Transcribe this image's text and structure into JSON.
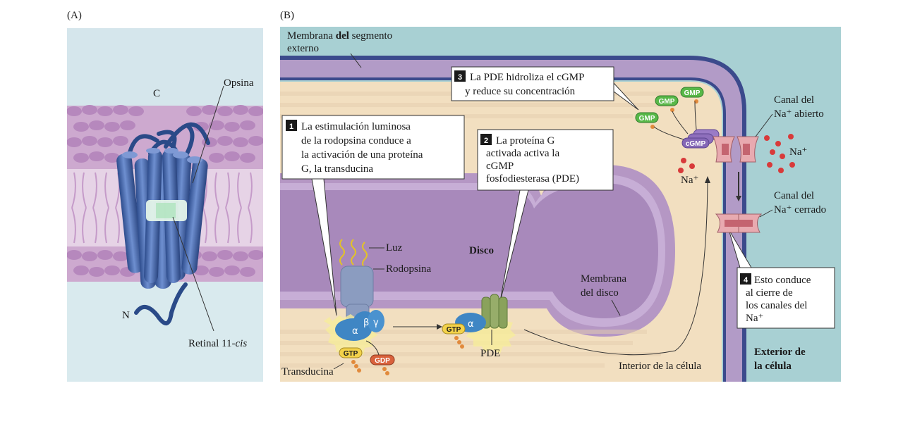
{
  "panel_a": {
    "tag": "(A)",
    "label_c": "C",
    "label_n": "N",
    "label_opsina": "Opsina",
    "label_retinal_main": "Retinal 11-",
    "label_retinal_italic": "cis"
  },
  "panel_b": {
    "tag": "(B)",
    "membrane_label_line1_a": "Membrana ",
    "membrane_label_line1_b": "del",
    "membrane_label_line1_c": " segmento",
    "membrane_label_line2": "externo",
    "step1": {
      "number": "1",
      "lines": [
        "La estimulación luminosa",
        "de la rodopsina conduce a",
        "la activación de una proteína",
        "G, la transducina"
      ]
    },
    "step2": {
      "number": "2",
      "lines": [
        "La proteína G",
        "activada activa la",
        "cGMP",
        "fosfodiesterasa (PDE)"
      ]
    },
    "step3": {
      "number": "3",
      "lines": [
        "La PDE hidroliza el cGMP",
        "y reduce su concentración"
      ]
    },
    "step4": {
      "number": "4",
      "lines": [
        "Esto conduce",
        "al cierre de",
        "los canales del",
        "Na⁺"
      ]
    },
    "luz": "Luz",
    "rodopsina": "Rodopsina",
    "disco": "Disco",
    "membrana_disco_line1": "Membrana",
    "membrana_disco_line2": "del disco",
    "transducina": "Transducina",
    "pde": "PDE",
    "interior": "Interior de la célula",
    "exterior_line1": "Exterior de",
    "exterior_line2": "la célula",
    "canal_abierto_line1": "Canal del",
    "canal_abierto_line2": "Na⁺ abierto",
    "canal_cerrado_line1": "Canal del",
    "canal_cerrado_line2": "Na⁺ cerrado",
    "na_plus": "Na⁺",
    "gtp": "GTP",
    "gdp": "GDP",
    "gmp": "GMP",
    "cgmp": "cGMP",
    "alpha": "α",
    "beta": "β",
    "gamma": "γ"
  },
  "colors": {
    "cytoplasm": "#f2dfc0",
    "membrane_purple": "#b29bc7",
    "membrane_dark": "#3b4a8c",
    "exterior": "#a8d0d3",
    "transducin_blue": "#3f86c4",
    "gtp_yellow": "#f3d24a",
    "gdp_red": "#d9613c",
    "gmp_green": "#58b848",
    "pde_green": "#8aa25c",
    "rhodopsin": "#8b9cc0"
  }
}
